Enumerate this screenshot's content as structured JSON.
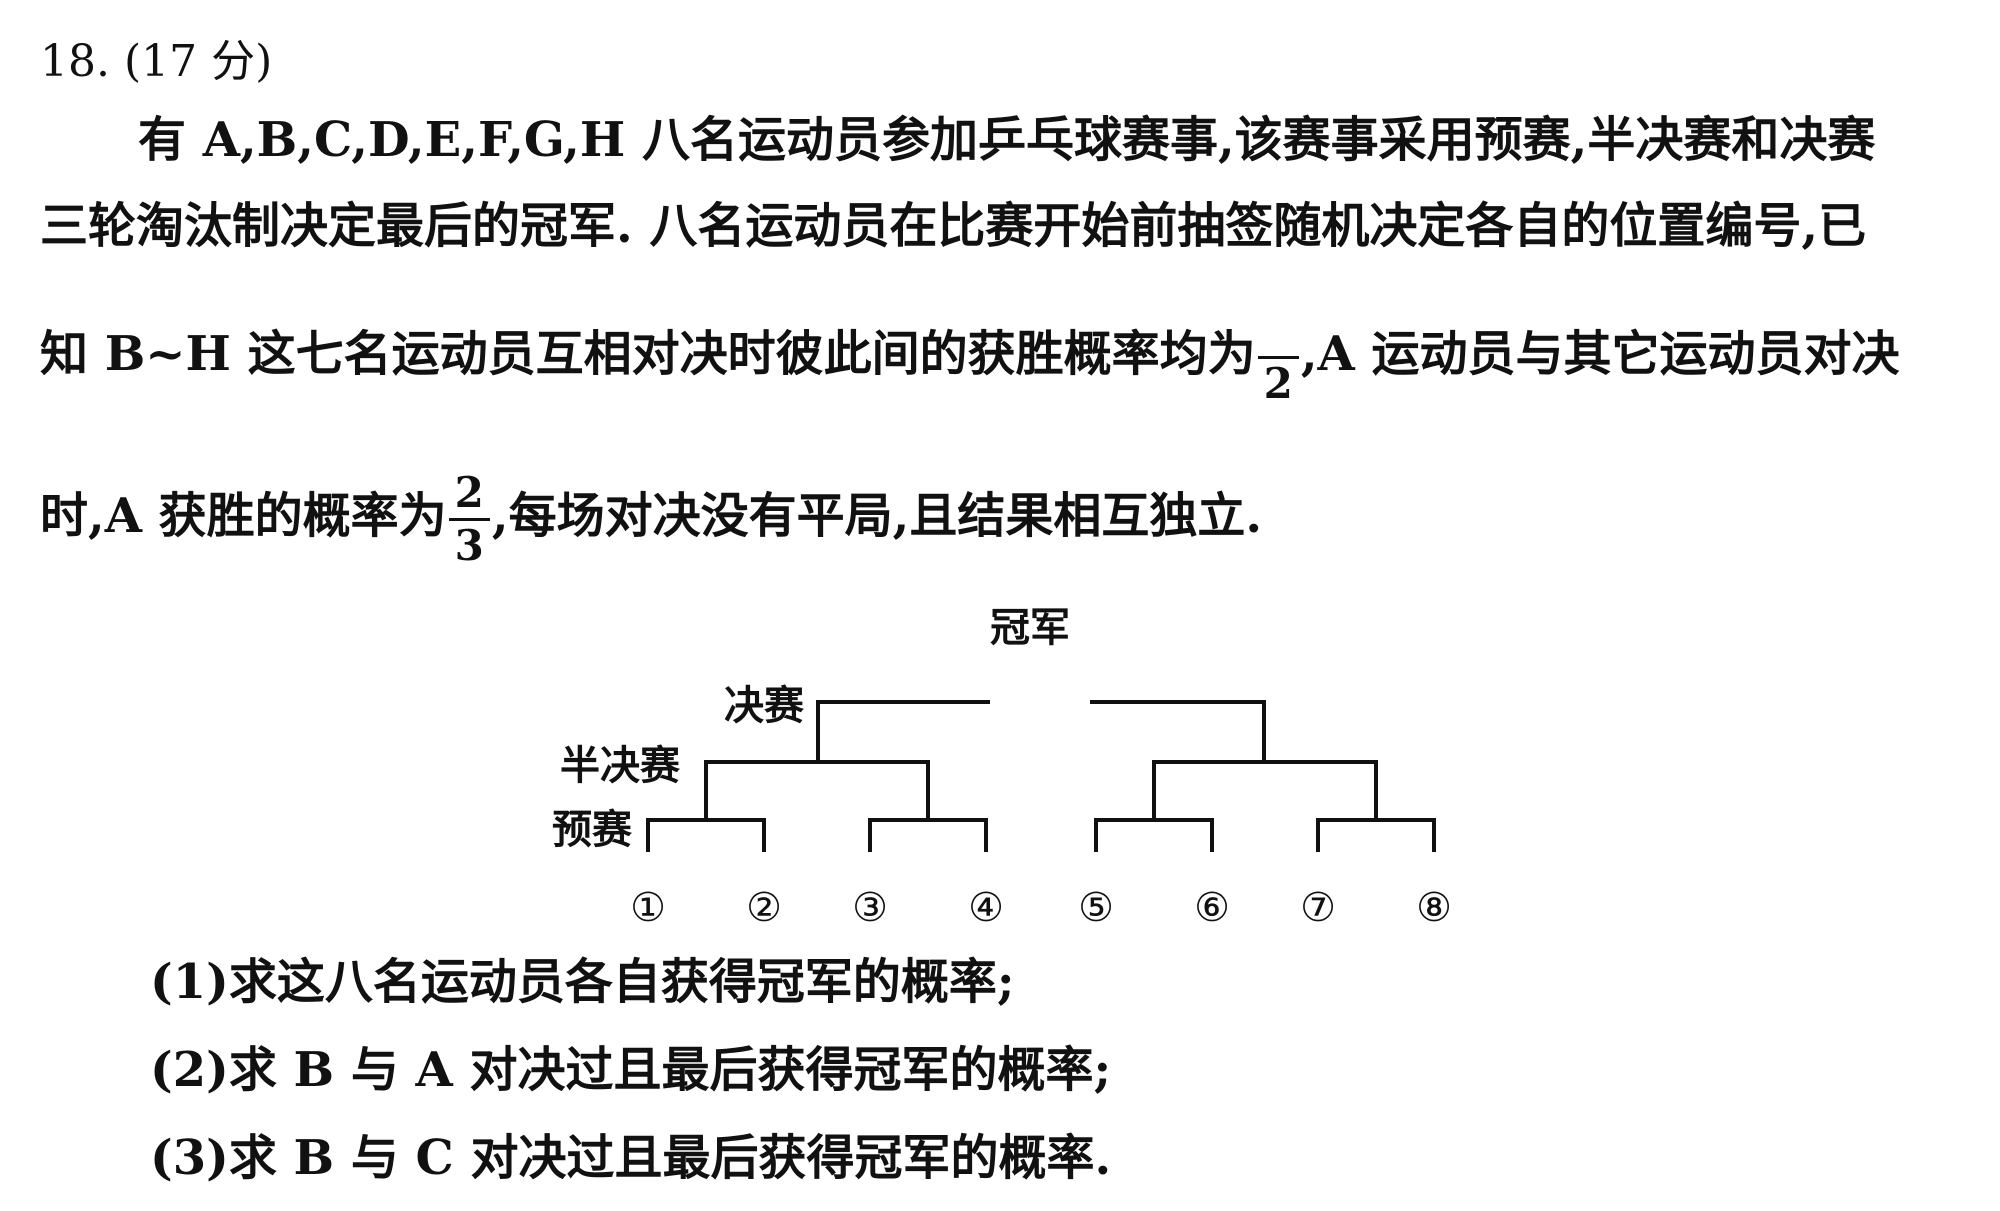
{
  "problem": {
    "header": "18. (17 分)",
    "para1_line1": "有 A,B,C,D,E,F,G,H 八名运动员参加乒乓球赛事,该赛事采用预赛,半决赛和决赛",
    "para1_line2": "三轮淘汰制决定最后的冠军. 八名运动员在比赛开始前抽签随机决定各自的位置编号,已",
    "para1_line3_a": "知 B~H 这七名运动员互相对决时彼此间的获胜概率均为",
    "frac1_den": "2",
    "para1_line3_b": ",A 运动员与其它运动员对决",
    "para1_line4_a": "时,A 获胜的概率为",
    "frac2_num": "2",
    "frac2_den": "3",
    "para1_line4_b": ",每场对决没有平局,且结果相互独立."
  },
  "bracket": {
    "champion_label": "冠军",
    "final_label": "决赛",
    "semifinal_label": "半决赛",
    "prelim_label": "预赛",
    "positions": [
      "①",
      "②",
      "③",
      "④",
      "⑤",
      "⑥",
      "⑦",
      "⑧"
    ]
  },
  "questions": [
    "(1)求这八名运动员各自获得冠军的概率;",
    "(2)求 B 与 A 对决过且最后获得冠军的概率;",
    "(3)求 B 与 C 对决过且最后获得冠军的概率."
  ]
}
